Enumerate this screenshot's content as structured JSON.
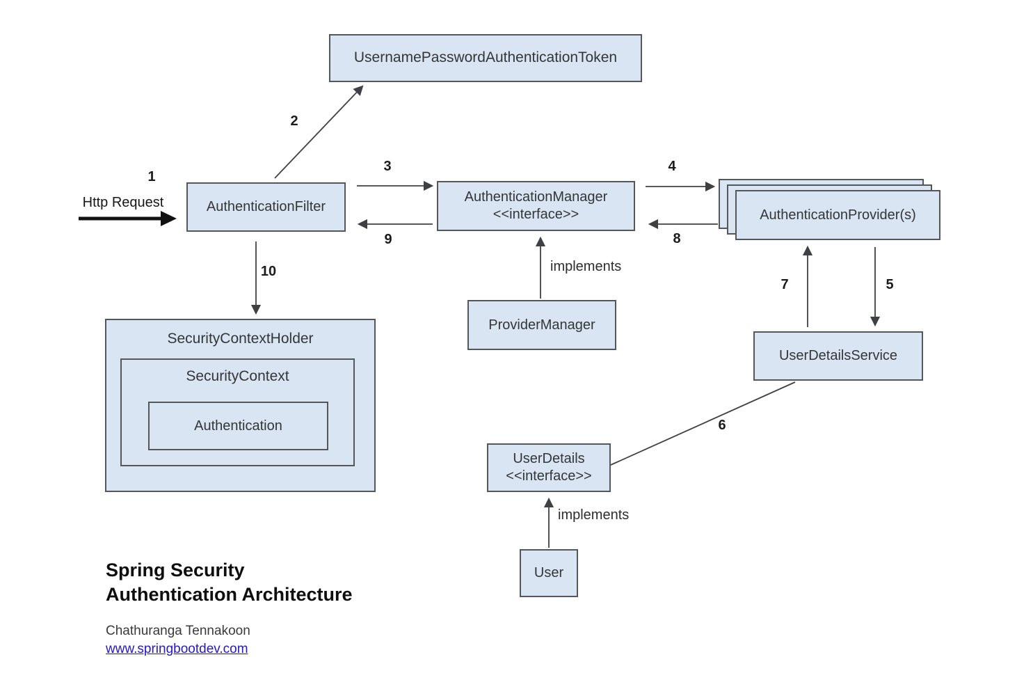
{
  "diagram": {
    "http_request": {
      "label": "Http Request"
    },
    "nodes": {
      "token": {
        "label": "UsernamePasswordAuthenticationToken"
      },
      "filter": {
        "label": "AuthenticationFilter"
      },
      "manager": {
        "label": "AuthenticationManager",
        "stereotype": "<<interface>>"
      },
      "providers": {
        "label": "AuthenticationProvider(s)"
      },
      "provider_manager": {
        "label": "ProviderManager"
      },
      "user_details_service": {
        "label": "UserDetailsService"
      },
      "user_details": {
        "label": "UserDetails",
        "stereotype": "<<interface>>"
      },
      "user": {
        "label": "User"
      },
      "security_context_holder": {
        "label": "SecurityContextHolder"
      },
      "security_context": {
        "label": "SecurityContext"
      },
      "authentication": {
        "label": "Authentication"
      }
    },
    "steps": {
      "s1": "1",
      "s2": "2",
      "s3": "3",
      "s4": "4",
      "s5": "5",
      "s6": "6",
      "s7": "7",
      "s8": "8",
      "s9": "9",
      "s10": "10"
    },
    "edge_labels": {
      "implements_manager": "implements",
      "implements_user": "implements"
    },
    "footer": {
      "title_line1": "Spring Security",
      "title_line2": "Authentication Architecture",
      "author": "Chathuranga Tennakoon",
      "link": "www.springbootdev.com"
    },
    "colors": {
      "box_fill": "#d9e5f2",
      "box_border": "#53565b",
      "arrow": "#3e4043",
      "link": "#2417c9"
    }
  }
}
